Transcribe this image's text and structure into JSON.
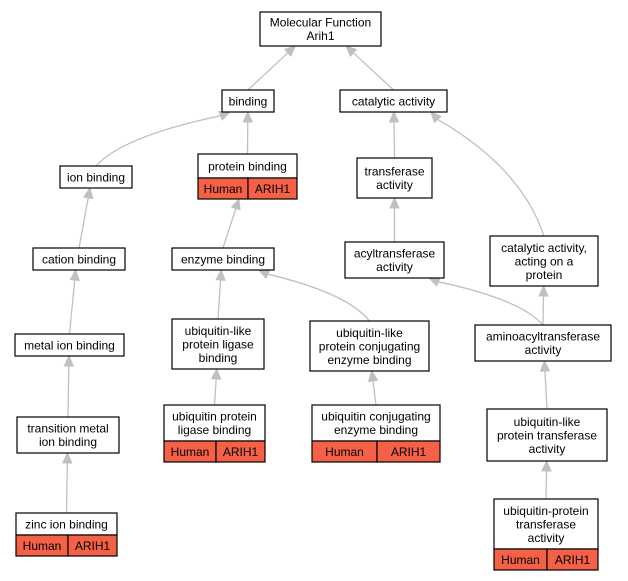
{
  "colors": {
    "annotation_fill": "#f46146",
    "edge": "#c0c0c0",
    "node_border": "#000000"
  },
  "nodes": [
    {
      "id": "mf",
      "lines": [
        "Molecular Function",
        "Arih1"
      ]
    },
    {
      "id": "binding",
      "lines": [
        "binding"
      ]
    },
    {
      "id": "catalytic",
      "lines": [
        "catalytic activity"
      ]
    },
    {
      "id": "ion",
      "lines": [
        "ion binding"
      ]
    },
    {
      "id": "protein",
      "lines": [
        "protein binding"
      ],
      "annotation": [
        "Human",
        "ARIH1"
      ]
    },
    {
      "id": "transferase",
      "lines": [
        "transferase",
        "activity"
      ]
    },
    {
      "id": "cation",
      "lines": [
        "cation binding"
      ]
    },
    {
      "id": "enzyme",
      "lines": [
        "enzyme binding"
      ]
    },
    {
      "id": "acyl",
      "lines": [
        "acyltransferase",
        "activity"
      ]
    },
    {
      "id": "catprot",
      "lines": [
        "catalytic activity,",
        "acting on a",
        "protein"
      ]
    },
    {
      "id": "metal",
      "lines": [
        "metal ion binding"
      ]
    },
    {
      "id": "ubligase",
      "lines": [
        "ubiquitin-like",
        "protein ligase",
        "binding"
      ]
    },
    {
      "id": "ubconj",
      "lines": [
        "ubiquitin-like",
        "protein conjugating",
        "enzyme binding"
      ]
    },
    {
      "id": "aminoacyl",
      "lines": [
        "aminoacyltransferase",
        "activity"
      ]
    },
    {
      "id": "transmetal",
      "lines": [
        "transition metal",
        "ion binding"
      ]
    },
    {
      "id": "ubprotlig",
      "lines": [
        "ubiquitin protein",
        "ligase binding"
      ],
      "annotation": [
        "Human",
        "ARIH1"
      ]
    },
    {
      "id": "ubconjenz",
      "lines": [
        "ubiquitin conjugating",
        "enzyme binding"
      ],
      "annotation": [
        "Human",
        "ARIH1"
      ]
    },
    {
      "id": "ubtrans",
      "lines": [
        "ubiquitin-like",
        "protein transferase",
        "activity"
      ]
    },
    {
      "id": "zinc",
      "lines": [
        "zinc ion binding"
      ],
      "annotation": [
        "Human",
        "ARIH1"
      ]
    },
    {
      "id": "ubprottrans",
      "lines": [
        "ubiquitin-protein",
        "transferase",
        "activity"
      ],
      "annotation": [
        "Human",
        "ARIH1"
      ]
    }
  ],
  "edges": [
    {
      "from": "binding",
      "to": "mf"
    },
    {
      "from": "catalytic",
      "to": "mf"
    },
    {
      "from": "ion",
      "to": "binding"
    },
    {
      "from": "protein",
      "to": "binding"
    },
    {
      "from": "transferase",
      "to": "catalytic"
    },
    {
      "from": "catprot",
      "to": "catalytic"
    },
    {
      "from": "cation",
      "to": "ion"
    },
    {
      "from": "enzyme",
      "to": "protein"
    },
    {
      "from": "acyl",
      "to": "transferase"
    },
    {
      "from": "metal",
      "to": "cation"
    },
    {
      "from": "ubligase",
      "to": "enzyme"
    },
    {
      "from": "ubconj",
      "to": "enzyme"
    },
    {
      "from": "aminoacyl",
      "to": "acyl"
    },
    {
      "from": "aminoacyl",
      "to": "catprot"
    },
    {
      "from": "transmetal",
      "to": "metal"
    },
    {
      "from": "ubprotlig",
      "to": "ubligase"
    },
    {
      "from": "ubconjenz",
      "to": "ubconj"
    },
    {
      "from": "ubtrans",
      "to": "aminoacyl"
    },
    {
      "from": "zinc",
      "to": "transmetal"
    },
    {
      "from": "ubprottrans",
      "to": "ubtrans"
    }
  ]
}
